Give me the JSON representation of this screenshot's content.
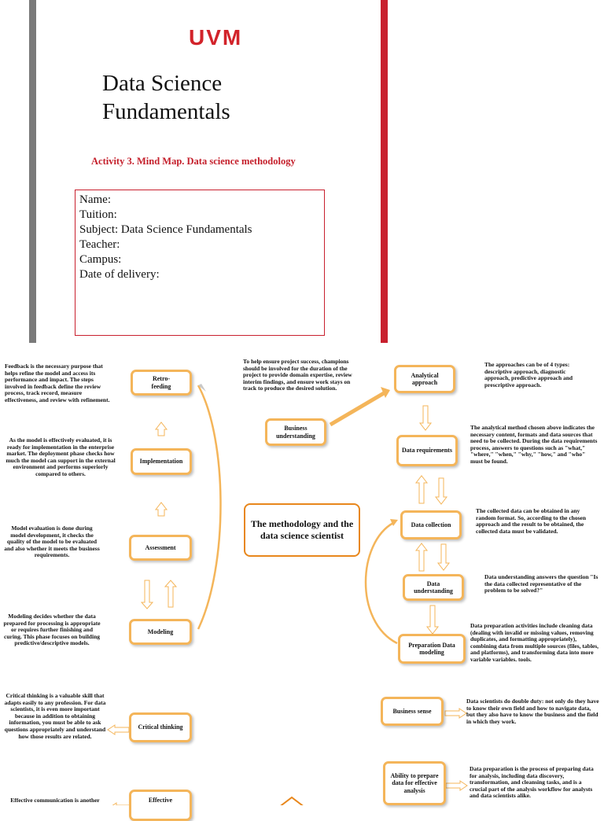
{
  "cover": {
    "logo": "UVM",
    "title": "Data Science Fundamentals",
    "activity": "Activity 3. Mind Map. Data science methodology",
    "fields": [
      "Name:",
      "Tuition:",
      "Subject: Data Science Fundamentals",
      "Teacher:",
      "Campus:",
      "Date of delivery:"
    ]
  },
  "mindmap": {
    "center": "The methodology and the data science scientist",
    "nodes": {
      "retro": "Retro-\nfeeding",
      "implementation": "Implementation",
      "assessment": "Assessment",
      "modeling": "Modeling",
      "critical": "Critical thinking",
      "effective": "Effective",
      "business_understanding": "Business understanding",
      "analytical": "Analytical approach",
      "data_requirements": "Data requirements",
      "data_collection": "Data collection",
      "data_understanding": "Data understanding",
      "preparation": "Preparation Data modeling",
      "business_sense": "Business sense",
      "ability": "Ability to prepare data for effective analysis"
    },
    "notes": {
      "feedback": "Feedback is the necessary purpose that helps refine the model and access its performance and impact. The steps involved in feedback define the review process, track record, measure effectiveness, and review with refinement.",
      "implementation": "As the model is effectively evaluated, it is ready for implementation in the enterprise market. The deployment phase checks how much the model can support in the external environment and performs superiorly compared to others.",
      "assessment": "Model evaluation is done during model development, it checks the quality of the model to be evaluated and also whether it meets the business requirements.",
      "modeling": "Modeling decides whether the data prepared for processing is appropriate or requires further finishing and curing. This phase focuses on building predictive/descriptive models.",
      "critical": "Critical thinking is a valuable skill that adapts easily to any profession. For data scientists, it is even more important because in addition to obtaining information, you must be able to ask questions appropriately and understand how those results are related.",
      "effective": "Effective communication is another",
      "business_understanding": "To help ensure project success, champions should be involved for the duration of the project to provide domain expertise, review interim findings, and ensure work stays on track to produce the desired solution.",
      "analytical": "The approaches can be of 4 types: descriptive approach, diagnostic approach, predictive approach and prescriptive approach.",
      "data_requirements": "The analytical method chosen above indicates the necessary content, formats and data sources that need to be collected. During the data requirements process, answers to questions such as \"what,\" \"where,\" \"when,\" \"why,\" \"how,\" and \"who\" must be found.",
      "data_collection": "The collected data can be obtained in any random format. So, according to the chosen approach and the result to be obtained, the collected data must be validated.",
      "data_understanding": "Data understanding answers the question \"Is the data collected representative of the problem to be solved?\"",
      "preparation": "Data preparation activities include cleaning data (dealing with invalid or missing values, removing duplicates, and formatting appropriately), combining data from multiple sources (files, tables, and platforms), and transforming data into more variable variables. tools.",
      "business_sense": "Data scientists do double duty: not only do they have to know their own field and how to navigate data, but they also have to know the business and the field in which they work.",
      "ability": "Data preparation is the process of preparing data for analysis, including data discovery, transformation, and cleansing tasks, and is a crucial part of the analysis workflow for analysts and data scientists alike."
    }
  }
}
